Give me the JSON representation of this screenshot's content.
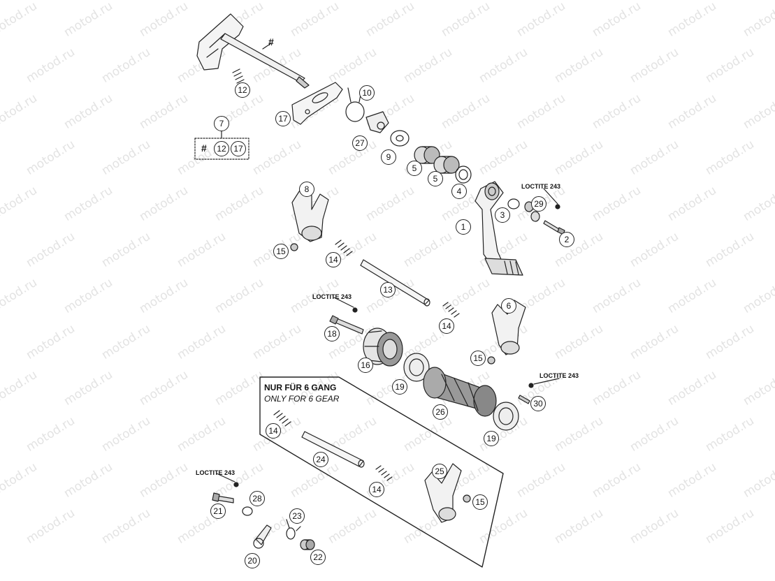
{
  "watermark": "motod.ru",
  "hash_mark": "#",
  "loctite_label": "LOCTITE 243",
  "kit_note": {
    "line1": "NUR FÜR 6 GANG",
    "line2": "ONLY FOR 6 GEAR"
  },
  "kit_7": {
    "parent": "7",
    "items": [
      "12",
      "17"
    ]
  },
  "callouts": {
    "c1": "1",
    "c2": "2",
    "c3": "3",
    "c4": "4",
    "c5a": "5",
    "c5b": "5",
    "c6": "6",
    "c8": "8",
    "c9": "9",
    "c10": "10",
    "c12": "12",
    "c13": "13",
    "c14a": "14",
    "c14b": "14",
    "c14c": "14",
    "c14d": "14",
    "c15a": "15",
    "c15b": "15",
    "c15c": "15",
    "c16": "16",
    "c17": "17",
    "c18": "18",
    "c19a": "19",
    "c19b": "19",
    "c20": "20",
    "c21": "21",
    "c22": "22",
    "c23": "23",
    "c24": "24",
    "c25": "25",
    "c26": "26",
    "c27": "27",
    "c28": "28",
    "c29": "29",
    "c30": "30"
  }
}
